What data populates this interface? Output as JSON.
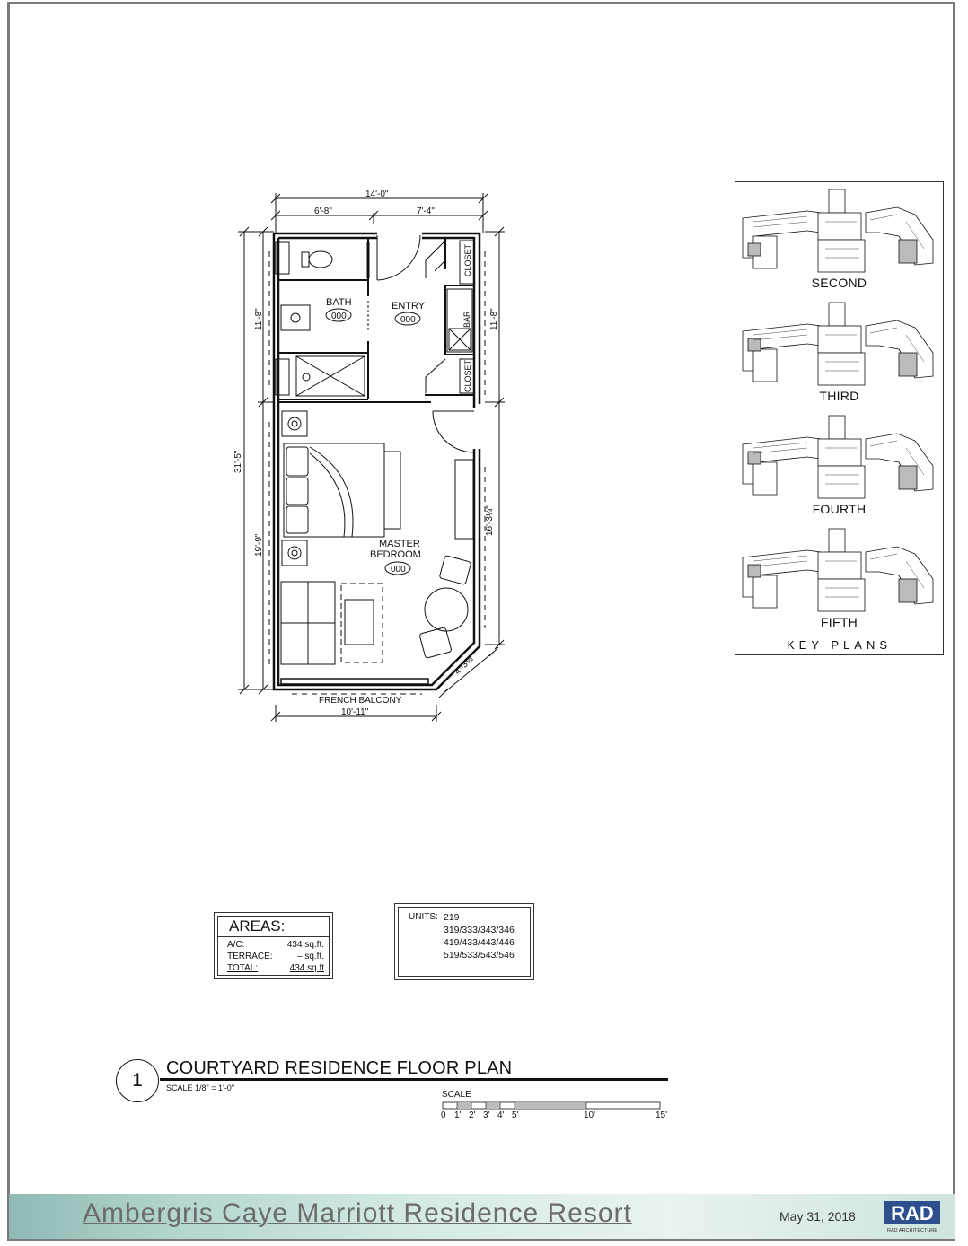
{
  "plan": {
    "dims": {
      "overall_width": "14'-0\"",
      "left_width": "6'-8\"",
      "right_width": "7'-4\"",
      "left_upper": "11'-8\"",
      "right_upper": "11'-8\"",
      "overall_height": "31'-5\"",
      "left_lower": "19'-9\"",
      "right_lower": "16'-3¼\"",
      "angled": "4'-3½\"",
      "bottom": "10'-11\""
    },
    "rooms": {
      "bath": "BATH",
      "bath_tag": "000",
      "entry": "ENTRY",
      "entry_tag": "000",
      "bedroom_1": "MASTER",
      "bedroom_2": "BEDROOM",
      "bedroom_tag": "000",
      "closet_1": "CLOSET",
      "closet_2": "CLOSET",
      "bar": "BAR",
      "balcony": "FRENCH BALCONY"
    }
  },
  "key_plans": {
    "floors": [
      "SECOND",
      "THIRD",
      "FOURTH",
      "FIFTH"
    ],
    "footer": "KEY PLANS"
  },
  "areas": {
    "title": "AREAS:",
    "rows": [
      {
        "label": "A/C:",
        "value": "434  sq.ft."
      },
      {
        "label": "TERRACE:",
        "value": "–  sq.ft."
      },
      {
        "label": "TOTAL:",
        "value": "434  sq.ft"
      }
    ]
  },
  "units": {
    "label": "UNITS:",
    "lines": [
      "219",
      "319/333/343/346",
      "419/433/443/446",
      "519/533/543/546"
    ]
  },
  "title_block": {
    "number": "1",
    "title": "COURTYARD RESIDENCE FLOOR PLAN",
    "scale_note": "SCALE 1/8\" = 1'-0\"",
    "scale_word": "SCALE",
    "scale_ticks": [
      "0",
      "1'",
      "2'",
      "3'",
      "4'",
      "5'",
      "10'",
      "15'"
    ]
  },
  "footer": {
    "project": "Ambergris Caye Marriott Residence Resort",
    "date": "May 31, 2018",
    "logo_text": "RAD ARCHITECTURE"
  }
}
